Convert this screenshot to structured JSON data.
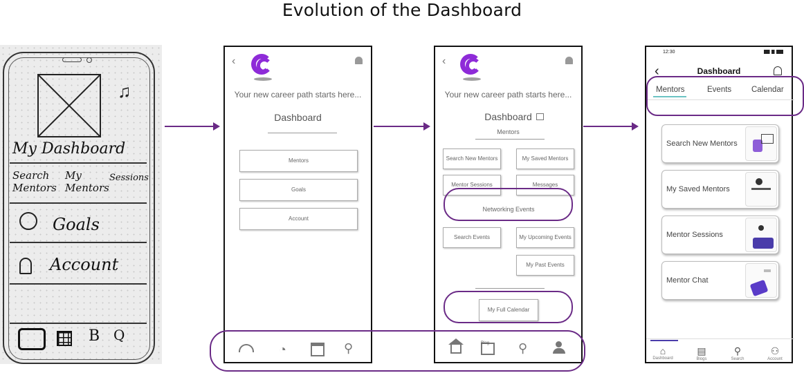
{
  "title": "Evolution of the Dashboard",
  "colors": {
    "brand_purple": "#8e2bd8",
    "annotation_purple": "#6a2a86"
  },
  "sketch": {
    "heading": "My Dashboard",
    "col1": "Search Mentors",
    "col2": "My Mentors",
    "col3": "Sessions",
    "goals": "Goals",
    "account": "Account",
    "nav": [
      "B",
      "Q"
    ]
  },
  "wire1": {
    "tagline": "Your new career path starts here...",
    "heading": "Dashboard",
    "buttons": [
      "Mentors",
      "Goals",
      "Account"
    ],
    "nav_icons": [
      "gauge-icon",
      "feed-icon",
      "calendar-icon",
      "search-icon"
    ]
  },
  "wire2": {
    "tagline": "Your new career path starts here...",
    "heading": "Dashboard",
    "section": "Mentors",
    "buttons": [
      "Search New Mentors",
      "My Saved Mentors",
      "Mentor Sessions",
      "Messages",
      "Networking Events",
      "Search Events",
      "My Upcoming Events",
      "My Past Events",
      "My Full Calendar"
    ],
    "nav_icons": [
      "home-icon",
      "blog-icon",
      "search-icon",
      "user-icon"
    ],
    "blog_badge": "Blog"
  },
  "final": {
    "time": "12:30",
    "heading": "Dashboard",
    "tabs": [
      "Mentors",
      "Events",
      "Calendar"
    ],
    "cards": [
      "Search New Mentors",
      "My Saved Mentors",
      "Mentor Sessions",
      "Mentor Chat"
    ],
    "nav": [
      "Dashboard",
      "Blogs",
      "Search",
      "Account"
    ]
  }
}
